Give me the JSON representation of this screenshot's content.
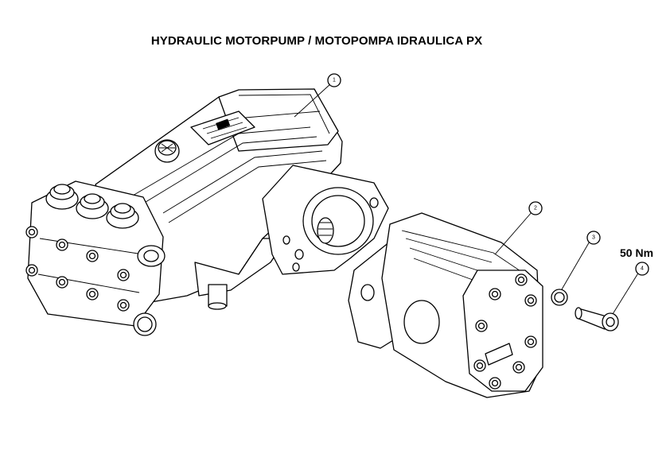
{
  "title": "HYDRAULIC MOTORPUMP / MOTOPOMPA IDRAULICA PX",
  "torque_label": "50 Nm",
  "callouts": [
    {
      "number": "1"
    },
    {
      "number": "2"
    },
    {
      "number": "3"
    },
    {
      "number": "4"
    }
  ],
  "colors": {
    "line": "#000000",
    "background": "#ffffff"
  }
}
